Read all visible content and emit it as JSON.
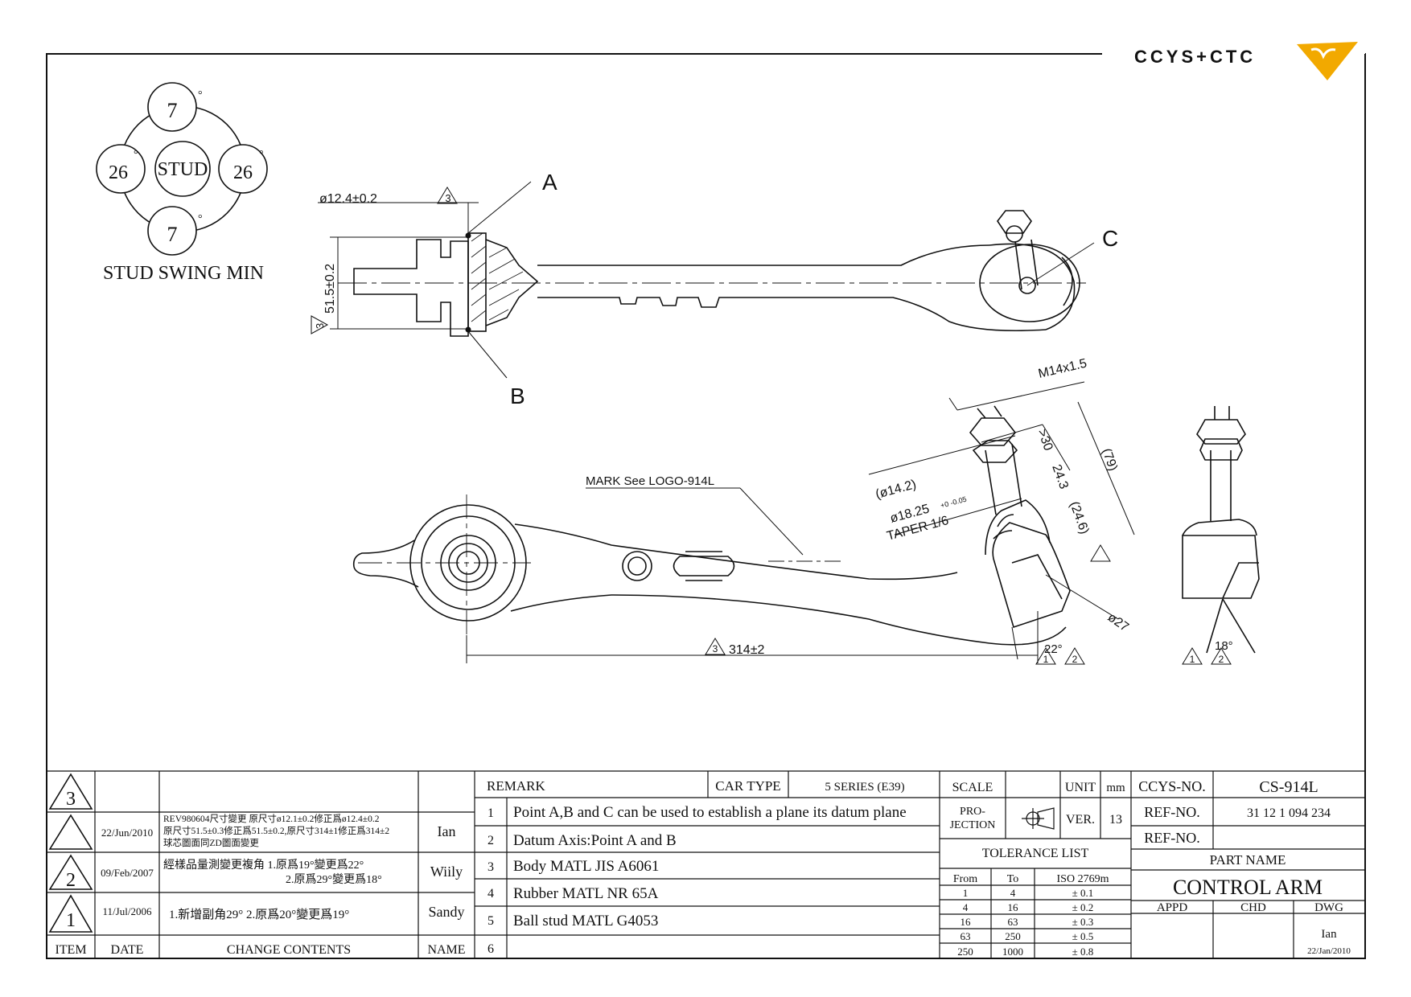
{
  "logo": {
    "text": "CCYS+CTC",
    "accent_color": "#f2a900"
  },
  "swing": {
    "center": "STUD",
    "top": "7",
    "bottom": "7",
    "left": "26",
    "right": "26",
    "deg": "°",
    "caption": "STUD SWING MIN"
  },
  "top_view": {
    "dia": "ø12.4±0.2",
    "width": "51.5±0.2",
    "tri": "3",
    "point_a": "A",
    "point_b": "B",
    "point_c": "C"
  },
  "front_view": {
    "mark": "MARK See LOGO-914L",
    "length": "314±2",
    "thread": "M14x1.5",
    "d30": ">30",
    "d243": "24.3",
    "d79": "(79)",
    "d246": "(24.6)",
    "d142": "(ø14.2)",
    "taper_dia": "ø18.25",
    "taper_tol": "+0 -0.05",
    "taper": "TAPER 1/6",
    "d27": "ø27",
    "angle_22": "22°",
    "angle_18": "18°",
    "tri1": "1",
    "tri2": "2",
    "tri3": "3"
  },
  "revisions": {
    "headers": {
      "item": "ITEM",
      "date": "DATE",
      "change": "CHANGE CONTENTS",
      "name": "NAME"
    },
    "rows": [
      {
        "item": "3",
        "date": "22/Jun/2010",
        "lines": [
          "REV980604尺寸變更 原尺寸ø12.1±0.2修正爲ø12.4±0.2",
          "原尺寸51.5±0.3修正爲51.5±0.2,原尺寸314±1修正爲314±2",
          "球芯圖面同ZD圖面變更"
        ],
        "name": "Ian"
      },
      {
        "item": "2",
        "date": "09/Feb/2007",
        "lines": [
          "經樣品量測變更複角  1.原爲19°變更爲22°",
          "2.原爲29°變更爲18°"
        ],
        "name": "Wiily"
      },
      {
        "item": "1",
        "date": "11/Jul/2006",
        "lines": [
          "1.新增副角29°  2.原爲20°變更爲19°"
        ],
        "name": "Sandy"
      }
    ]
  },
  "remarks": {
    "title": "REMARK",
    "car_type_label": "CAR TYPE",
    "car_type": "5 SERIES (E39)",
    "items": [
      {
        "no": "1",
        "text": "Point A,B and C can be used to establish a plane its datum plane"
      },
      {
        "no": "2",
        "text": "Datum Axis:Point A and B"
      },
      {
        "no": "3",
        "text": "Body MATL JIS A6061"
      },
      {
        "no": "4",
        "text": "Rubber MATL NR 65A"
      },
      {
        "no": "5",
        "text": "Ball stud MATL G4053"
      },
      {
        "no": "6",
        "text": ""
      }
    ]
  },
  "info": {
    "scale_label": "SCALE",
    "unit_label": "UNIT",
    "unit": "mm",
    "projection_label_1": "PRO-",
    "projection_label_2": "JECTION",
    "ver_label": "VER.",
    "ver": "13",
    "tolerance_title": "TOLERANCE LIST",
    "tol_headers": [
      "From",
      "To",
      "ISO 2769m"
    ],
    "tolerances": [
      [
        "1",
        "4",
        "± 0.1"
      ],
      [
        "4",
        "16",
        "± 0.2"
      ],
      [
        "16",
        "63",
        "± 0.3"
      ],
      [
        "63",
        "250",
        "± 0.5"
      ],
      [
        "250",
        "1000",
        "± 0.8"
      ]
    ]
  },
  "title_block": {
    "ccys_label": "CCYS-NO.",
    "ccys_no": "CS-914L",
    "ref_label": "REF-NO.",
    "ref_no": "31 12 1 094 234",
    "ref2_label": "REF-NO.",
    "ref2_no": "",
    "part_name_label": "PART NAME",
    "part_name": "CONTROL ARM",
    "appd": "APPD",
    "chd": "CHD",
    "dwg": "DWG",
    "drawn_by": "Ian",
    "drawn_date": "22/Jan/2010"
  }
}
